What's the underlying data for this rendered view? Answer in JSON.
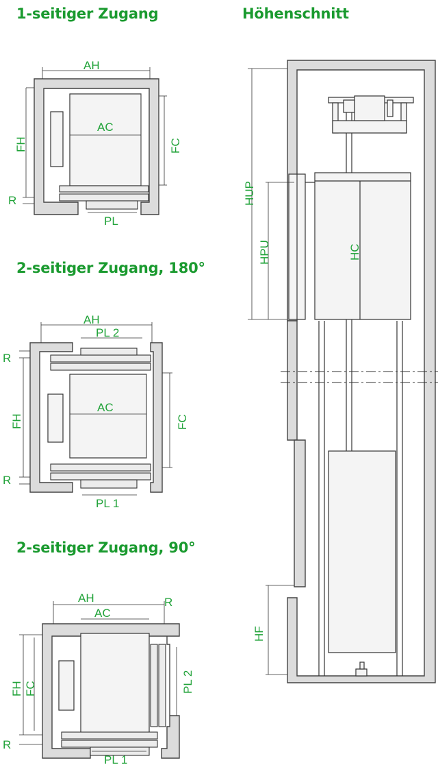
{
  "headings": {
    "h1": "1-seitiger Zugang",
    "h2": "Höhenschnitt",
    "h3": "2-seitiger Zugang, 180°",
    "h4": "2-seitiger Zugang, 90°"
  },
  "plan1": {
    "ah": "AH",
    "ac": "AC",
    "fh": "FH",
    "fc": "FC",
    "r": "R",
    "pl": "PL"
  },
  "plan2": {
    "ah": "AH",
    "pl2": "PL 2",
    "ac": "AC",
    "fh": "FH",
    "fc": "FC",
    "r1": "R",
    "r2": "R",
    "pl1": "PL 1"
  },
  "plan3": {
    "ah": "AH",
    "ac": "AC",
    "r1": "R",
    "fh": "FH",
    "fc": "FC",
    "pl2": "PL 2",
    "r2": "R",
    "pl1": "PL 1"
  },
  "section": {
    "hup": "HUP",
    "hpu": "HPU",
    "hc": "HC",
    "hf": "HF"
  },
  "colors": {
    "label": "#22a33a",
    "heading": "#1a9a2f",
    "wall": "#dcdcdc"
  }
}
